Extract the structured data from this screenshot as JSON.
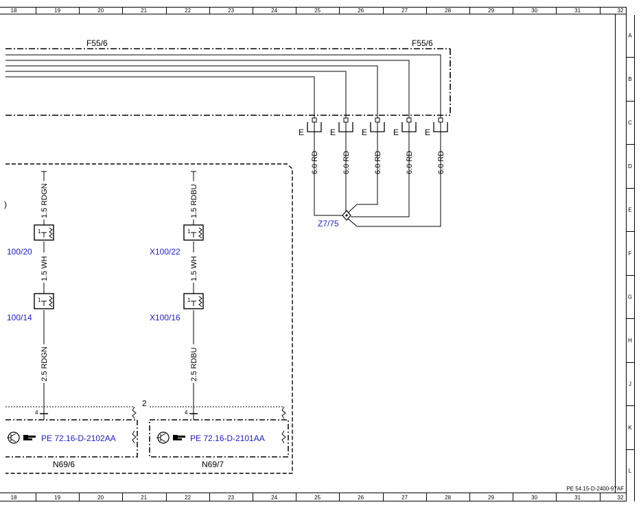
{
  "frame": {
    "top_columns": [
      "18",
      "19",
      "20",
      "21",
      "22",
      "23",
      "24",
      "25",
      "26",
      "27",
      "28",
      "29",
      "30",
      "31",
      "32"
    ],
    "bottom_columns": [
      "18",
      "19",
      "20",
      "21",
      "22",
      "23",
      "24",
      "25",
      "26",
      "27",
      "28",
      "29",
      "30",
      "31",
      "32"
    ],
    "rows": [
      "A",
      "B",
      "C",
      "D",
      "E",
      "F",
      "G",
      "H",
      "J",
      "K",
      "L"
    ],
    "doc_ref": "PE 54.15-D-2400-97AF"
  },
  "fuse_box": {
    "label_left": "F55/6",
    "label_right": "F55/6"
  },
  "fuse_terminals": [
    {
      "ground": "E",
      "wire": "6.0 RD"
    },
    {
      "ground": "E",
      "wire": "6.0 RD"
    },
    {
      "ground": "E",
      "wire": "6.0 RD"
    },
    {
      "ground": "E",
      "wire": "6.0 RD"
    },
    {
      "ground": "E",
      "wire": "6.0 RD"
    }
  ],
  "splice": {
    "label": "Z7/75"
  },
  "left_branch": {
    "wire_top": "1.5 RDGN",
    "connector_top": "100/20",
    "wire_mid": "1.5 WH",
    "connector_bottom": "100/14",
    "wire_bottom": "2.5 RDGN",
    "pin": "4",
    "pin_num": "1",
    "module_ref": "PE 72.16-D-2102AA",
    "module_label": "N69/6"
  },
  "right_branch": {
    "wire_top": "1.5 RDBU",
    "connector_top": "X100/22",
    "wire_mid": "1.5 WH",
    "connector_bottom": "X100/16",
    "wire_bottom": "2.5 RDBU",
    "pin": "4",
    "pin_num": "1",
    "module_ref": "PE 72.16-D-2101AA",
    "module_label": "N69/7"
  },
  "misc": {
    "paren": ")",
    "number_2": "2"
  },
  "colors": {
    "wire": "#000000",
    "reference_link": "#1a1ad6",
    "background": "#ffffff"
  }
}
